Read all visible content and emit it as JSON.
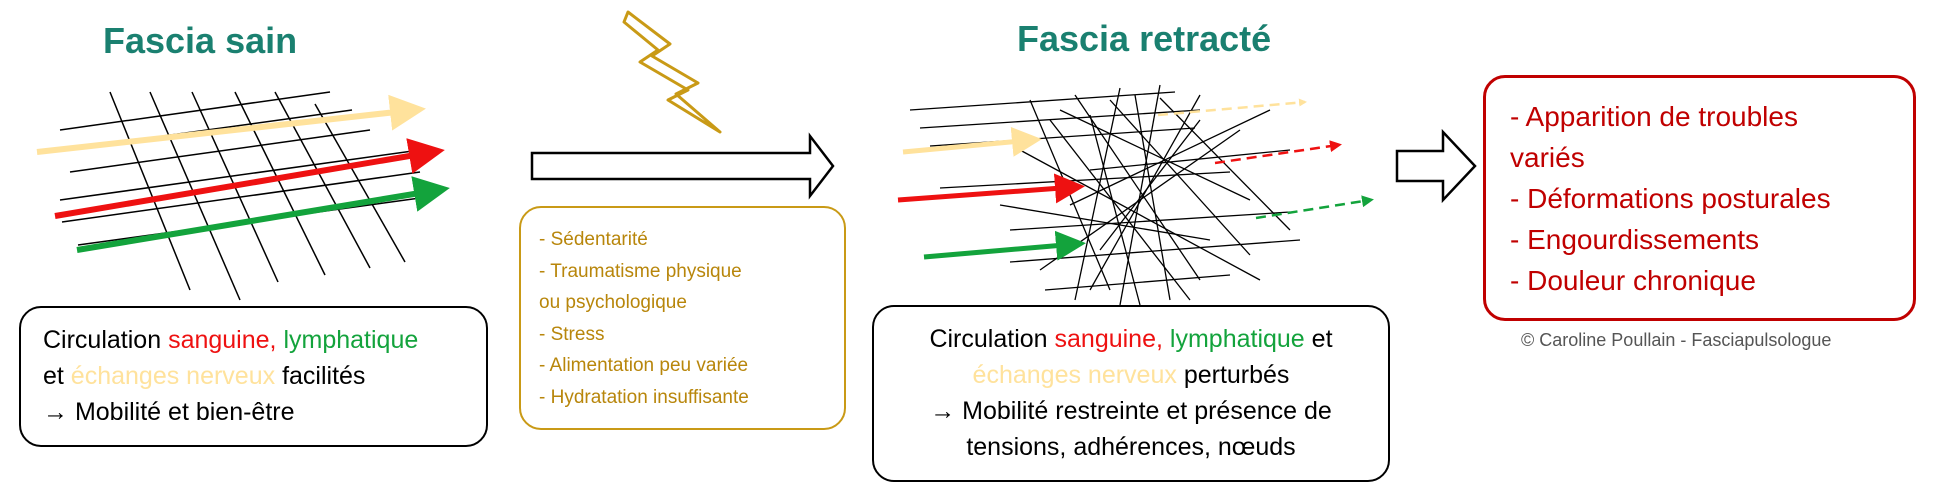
{
  "healthy": {
    "title": "Fascia sain",
    "caption": {
      "line1_prefix": "Circulation ",
      "sanguine": "sanguine,",
      "lymphatique": "lymphatique",
      "line2_prefix": "et ",
      "nerveux": "échanges nerveux",
      "line2_suffix": "facilités",
      "line3": "→ Mobilité et bien-être"
    }
  },
  "retracted": {
    "title": "Fascia retracté",
    "caption": {
      "line1_prefix": "Circulation ",
      "sanguine": "sanguine,",
      "lymphatique": "lymphatique",
      "line1_suffix": "et",
      "nerveux": "échanges nerveux",
      "line2_suffix": "perturbés",
      "line3": "→ Mobilité restreinte et présence de",
      "line4": "tensions, adhérences, nœuds"
    }
  },
  "causes": [
    "- Sédentarité",
    "- Traumatisme physique",
    "ou psychologique",
    "- Stress",
    "- Alimentation peu variée",
    "- Hydratation insuffisante"
  ],
  "effects": [
    "- Apparition de troubles",
    "variés",
    "- Déformations posturales",
    "- Engourdissements",
    "- Douleur chronique"
  ],
  "copyright": "© Caroline Poullain - Fasciapulsologue",
  "colors": {
    "title": "#1a8070",
    "sanguine": "#ee1111",
    "lymphatique": "#13a33c",
    "nerveux": "#ffe29c",
    "causes": "#b8860b",
    "effects": "#c00000",
    "lightning": "#c99a16"
  }
}
